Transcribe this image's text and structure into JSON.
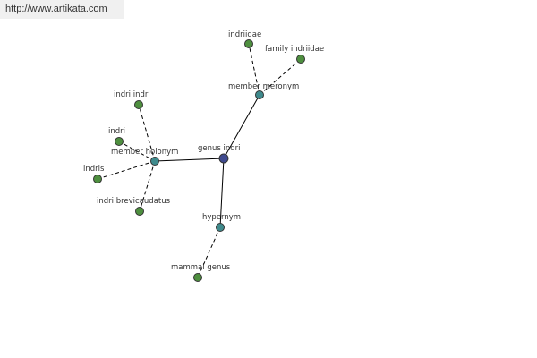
{
  "source": {
    "url_text": "http://www.artikata.com"
  },
  "colors": {
    "center_node": "#3f4a8f",
    "relation_node": "#3f8a8c",
    "leaf_node": "#4e8f3f"
  },
  "graph": {
    "center": {
      "id": "center",
      "label": "genus indri",
      "kind": "center"
    },
    "relations": [
      {
        "id": "member-holonym",
        "label": "member holonym",
        "kind": "relation"
      },
      {
        "id": "member-meronym",
        "label": "member meronym",
        "kind": "relation"
      },
      {
        "id": "hypernym",
        "label": "hypernym",
        "kind": "relation"
      }
    ],
    "leaves": [
      {
        "id": "indri-indri",
        "label": "indri indri",
        "parent": "member-holonym"
      },
      {
        "id": "indri",
        "label": "indri",
        "parent": "member-holonym"
      },
      {
        "id": "indris",
        "label": "indris",
        "parent": "member-holonym"
      },
      {
        "id": "indri-brevicaudatus",
        "label": "indri brevicaudatus",
        "parent": "member-holonym"
      },
      {
        "id": "indriidae",
        "label": "indriidae",
        "parent": "member-meronym"
      },
      {
        "id": "family-indriidae",
        "label": "family indriidae",
        "parent": "member-meronym"
      },
      {
        "id": "mammal-genus",
        "label": "mammal genus",
        "parent": "hypernym"
      }
    ]
  }
}
